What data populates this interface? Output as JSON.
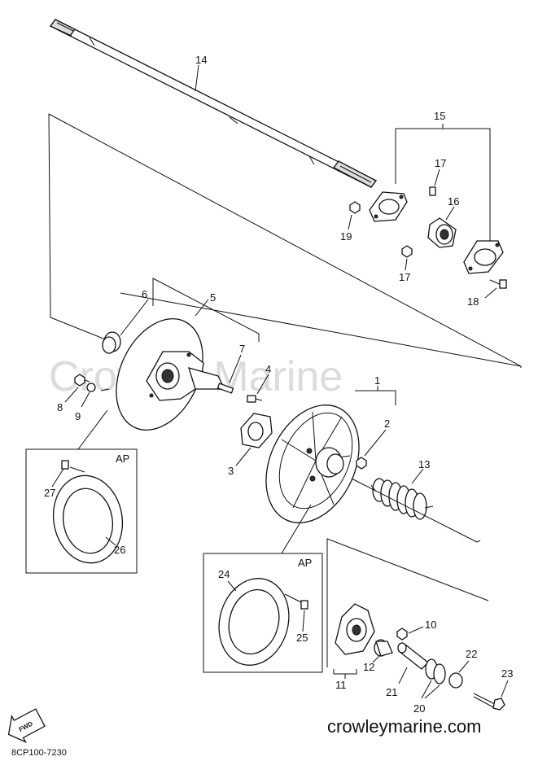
{
  "watermark": "Crowley Marine",
  "site_url": "crowleymarine.com",
  "drawing_code": "8CP100-7230",
  "fwd_label": "FWD",
  "ap_label": "AP",
  "callouts": {
    "c1": "1",
    "c2": "2",
    "c3": "3",
    "c4": "4",
    "c5": "5",
    "c6": "6",
    "c7": "7",
    "c8": "8",
    "c9": "9",
    "c10": "10",
    "c11": "11",
    "c12": "12",
    "c13": "13",
    "c14": "14",
    "c15": "15",
    "c16": "16",
    "c17a": "17",
    "c17b": "17",
    "c18": "18",
    "c19": "19",
    "c20": "20",
    "c21": "21",
    "c22": "22",
    "c23": "23",
    "c24": "24",
    "c25": "25",
    "c26": "26",
    "c27": "27"
  }
}
